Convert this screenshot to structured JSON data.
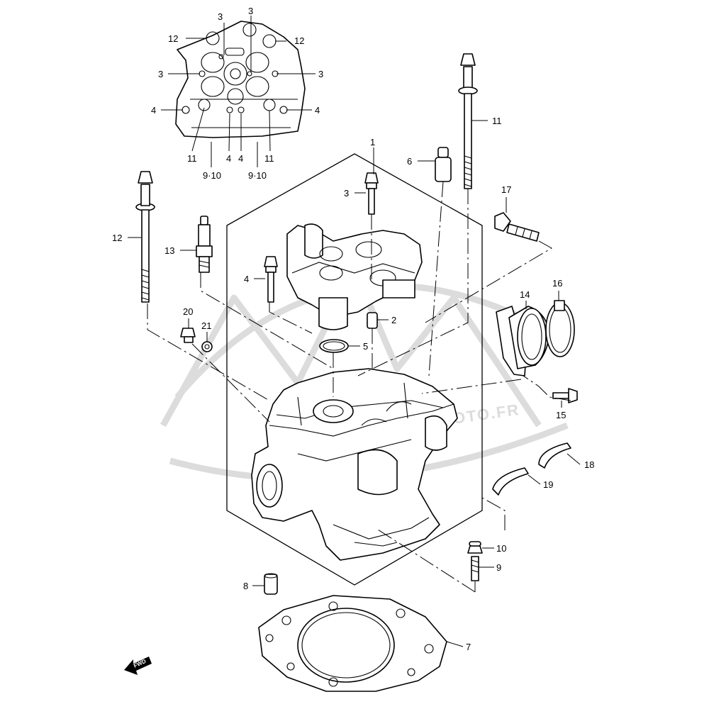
{
  "watermark": {
    "text": "BONICMOTO.FR"
  },
  "fwd_arrow": {
    "label": "FWD"
  },
  "callouts": {
    "c1": "1",
    "c2": "2",
    "c3": "3",
    "c4": "4",
    "c5": "5",
    "c6": "6",
    "c7": "7",
    "c8": "8",
    "c9": "9",
    "c10": "10",
    "c11": "11",
    "c12": "12",
    "c13": "13",
    "c14": "14",
    "c15": "15",
    "c16": "16",
    "c17": "17",
    "c18": "18",
    "c19": "19",
    "c20": "20",
    "c21": "21",
    "c9_10": "9·10"
  }
}
